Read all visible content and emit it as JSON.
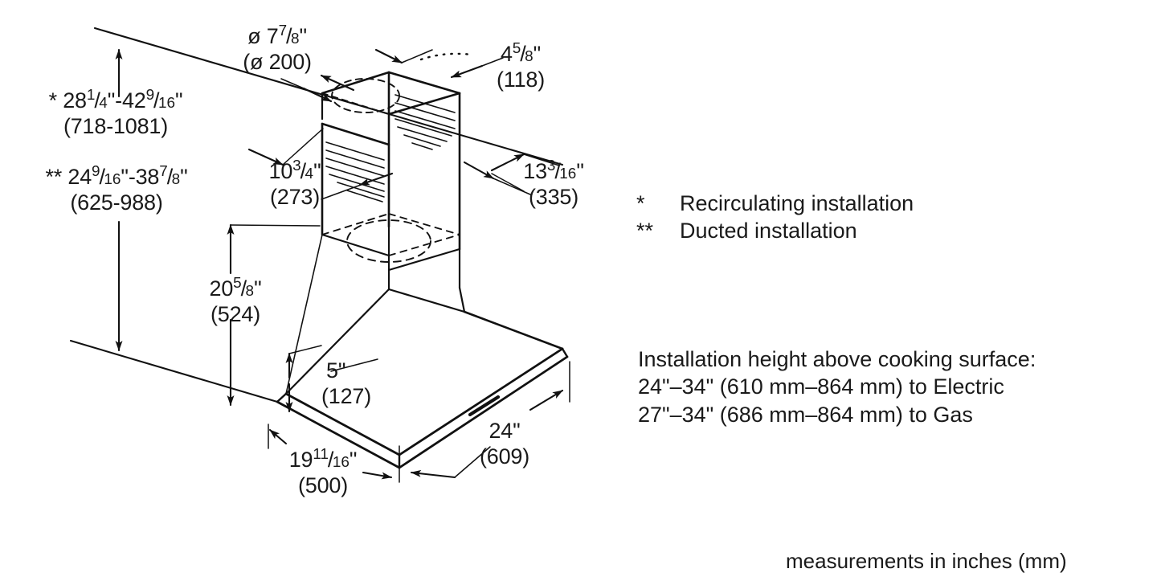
{
  "document": {
    "title": "Range hood installation dimension drawing",
    "units_note": "measurements in inches (mm)"
  },
  "dimensions": {
    "duct_diameter": {
      "name": "duct-diameter",
      "inch_whole": "ø 7",
      "inch_num": "7",
      "inch_den": "8",
      "inch_suffix": "\"",
      "metric": "(ø 200)"
    },
    "chimney_depth_top": {
      "name": "chimney-upper-depth",
      "inch_whole": "4",
      "inch_num": "5",
      "inch_den": "8",
      "inch_suffix": "\"",
      "metric": "(118)"
    },
    "chimney_width_lower": {
      "name": "chimney-lower-width",
      "inch_whole": "10",
      "inch_num": "3",
      "inch_den": "4",
      "inch_suffix": "\"",
      "metric": "(273)"
    },
    "chimney_depth_lower": {
      "name": "chimney-lower-depth",
      "inch_whole": "13",
      "inch_num": "3",
      "inch_den": "16",
      "inch_suffix": "\"",
      "metric": "(335)"
    },
    "canopy_to_chimney_height": {
      "name": "canopy-to-chimney-height",
      "inch_whole": "20",
      "inch_num": "5",
      "inch_den": "8",
      "inch_suffix": "\"",
      "metric": "(524)"
    },
    "canopy_height": {
      "name": "canopy-height",
      "inch_whole": "5",
      "inch_num": "",
      "inch_den": "",
      "inch_suffix": "\"",
      "metric": "(127)"
    },
    "canopy_depth": {
      "name": "canopy-depth",
      "inch_whole": "19",
      "inch_num": "11",
      "inch_den": "16",
      "inch_suffix": "\"",
      "metric": "(500)"
    },
    "canopy_width": {
      "name": "canopy-width",
      "inch_whole": "24",
      "inch_num": "",
      "inch_den": "",
      "inch_suffix": "\"",
      "metric": "(609)"
    },
    "recirculating_range": {
      "name": "recirculating-total-height",
      "star": "*",
      "inch_a_whole": "28",
      "inch_a_num": "1",
      "inch_a_den": "4",
      "dash": "-",
      "inch_b_whole": "42",
      "inch_b_num": "9",
      "inch_b_den": "16",
      "inch_suffix": "\"",
      "metric": "(718-1081)"
    },
    "ducted_range": {
      "name": "ducted-total-height",
      "star": "**",
      "inch_a_whole": "24",
      "inch_a_num": "9",
      "inch_a_den": "16",
      "dash": "-",
      "inch_b_whole": "38",
      "inch_b_num": "7",
      "inch_b_den": "8",
      "inch_suffix": "\"",
      "metric": "(625-988)"
    }
  },
  "legend": {
    "name": "installation-type-legend",
    "items": [
      {
        "mark": "*",
        "label": "Recirculating installation"
      },
      {
        "mark": "**",
        "label": "Ducted installation"
      }
    ]
  },
  "installation_note": {
    "name": "installation-height-note",
    "line1": "Installation height above cooking surface:",
    "line2": "24\"–34\" (610 mm–864 mm) to Electric",
    "line3": "27\"–34\" (686 mm–864 mm) to Gas"
  },
  "colors": {
    "stroke": "#111111",
    "background": "#ffffff",
    "text": "#1a1a1a"
  }
}
